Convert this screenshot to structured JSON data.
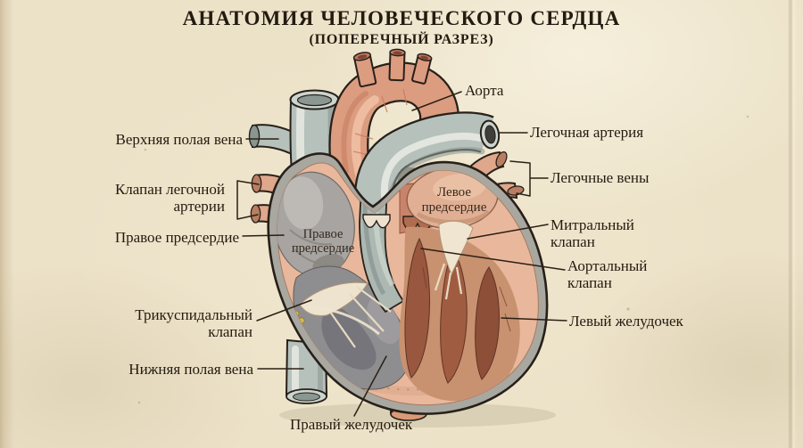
{
  "title": {
    "line1": "АНАТОМИЯ ЧЕЛОВЕЧЕСКОГО СЕРДЦА",
    "line2": "(ПОПЕРЕЧНЫЙ РАЗРЕЗ)"
  },
  "labels": {
    "aorta": "Аорта",
    "superior_vena_cava": "Верхняя полая вена",
    "pulmonary_artery": "Легочная артерия",
    "pulmonary_artery_valve": "Клапан легочной артерии",
    "pulmonary_veins": "Легочные вены",
    "right_atrium": "Правое предсердие",
    "left_atrium_inner": "Левое предсердие",
    "right_atrium_inner": "Правое предсердие",
    "mitral_valve": "Митральный клапан",
    "aortic_valve": "Аортальный клапан",
    "tricuspid_valve": "Трикуспидальный клапан",
    "left_ventricle": "Левый желудочек",
    "inferior_vena_cava": "Нижняя полая вена",
    "right_ventricle": "Правый желудочек"
  },
  "colors": {
    "paper_background": "#ece2c8",
    "ink_text_lines": "#2a2015",
    "aorta_pink": "#dc9c80",
    "vessel_gray": "#b6c1bc",
    "heart_wall_pink": "#e9b89c",
    "right_atrium_gray": "#a7a4a1",
    "right_ventricle_gray": "#8e8d90",
    "left_atrium_pink": "#e0af94",
    "myocardium_brown": "#a05c41",
    "chordae_white": "#f0e5d1",
    "fat_yellow": "#d7b74e"
  }
}
